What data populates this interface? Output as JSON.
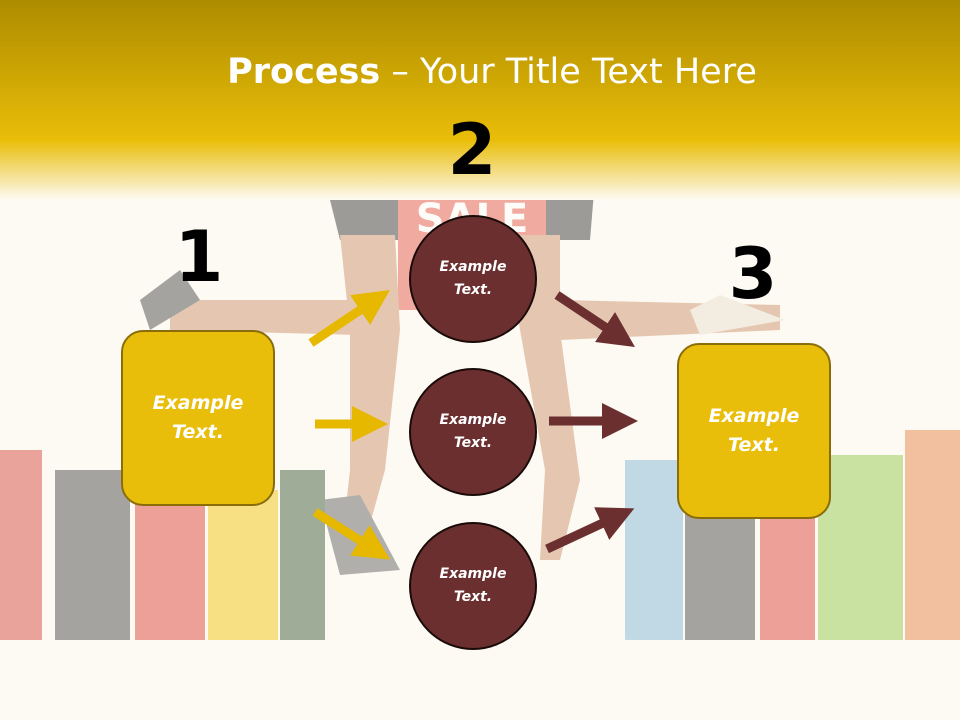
{
  "title": {
    "bold": "Process",
    "rest": " – Your Title Text Here"
  },
  "steps": {
    "one": "1",
    "two": "2",
    "three": "3"
  },
  "left_box": {
    "text": "Example\nText."
  },
  "right_box": {
    "text": "Example\nText."
  },
  "circles": [
    {
      "text": "Example\nText."
    },
    {
      "text": "Example\nText."
    },
    {
      "text": "Example\nText."
    }
  ],
  "colors": {
    "header": "#e6b800",
    "box": "#e8be0a",
    "circle": "#6b2f30",
    "yellow_arrow": "#e6b800",
    "brown_arrow": "#6b2f30"
  },
  "background_sign": "SALE"
}
